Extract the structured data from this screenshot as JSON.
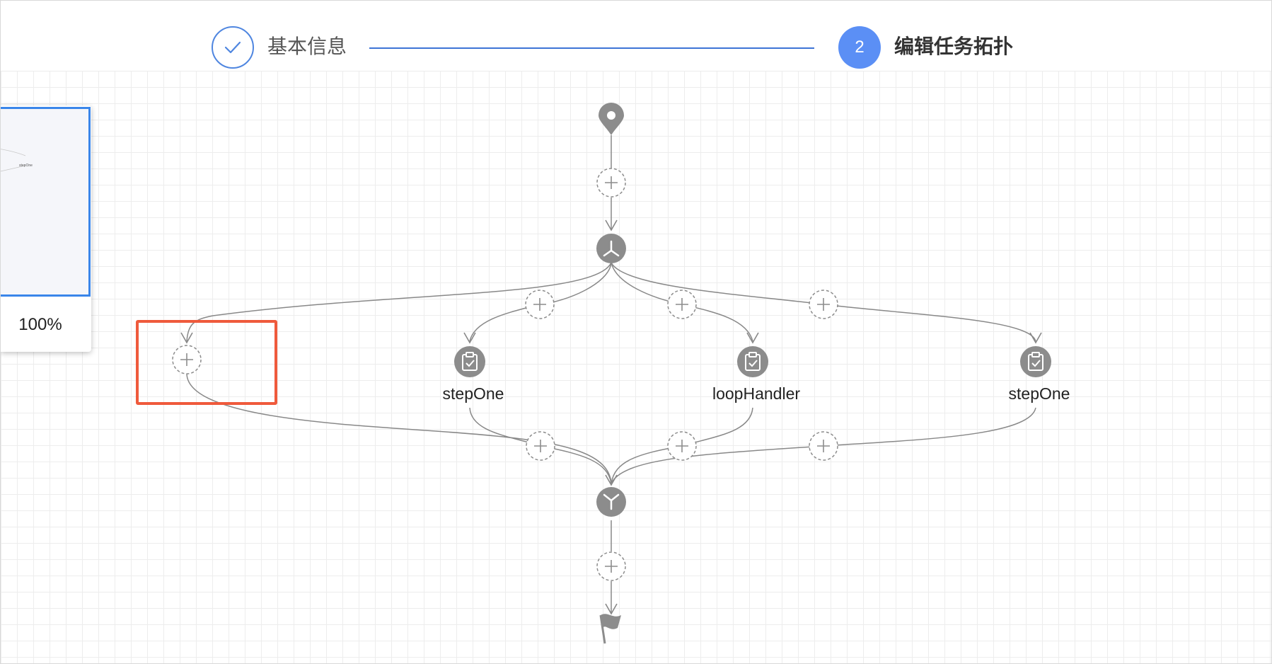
{
  "steps": [
    {
      "label": "基本信息",
      "status": "done"
    },
    {
      "number": "2",
      "label": "编辑任务拓扑",
      "status": "active"
    }
  ],
  "minimap": {
    "zoom": "100%",
    "preview_label": "stepOne"
  },
  "nodes": {
    "start_icon": "location-pin-icon",
    "fork_icon": "fork-icon",
    "join_icon": "join-icon",
    "end_icon": "flag-icon",
    "task_icon": "clipboard-check-icon",
    "add_icon": "plus-icon",
    "tasks": [
      {
        "label": "stepOne"
      },
      {
        "label": "loopHandler"
      },
      {
        "label": "stepOne"
      }
    ]
  },
  "colors": {
    "accent": "#5b8ff5",
    "step_line": "#3d74d6",
    "node_gray": "#8c8c8c",
    "edge_gray": "#888888",
    "highlight": "#ef5a3c"
  }
}
